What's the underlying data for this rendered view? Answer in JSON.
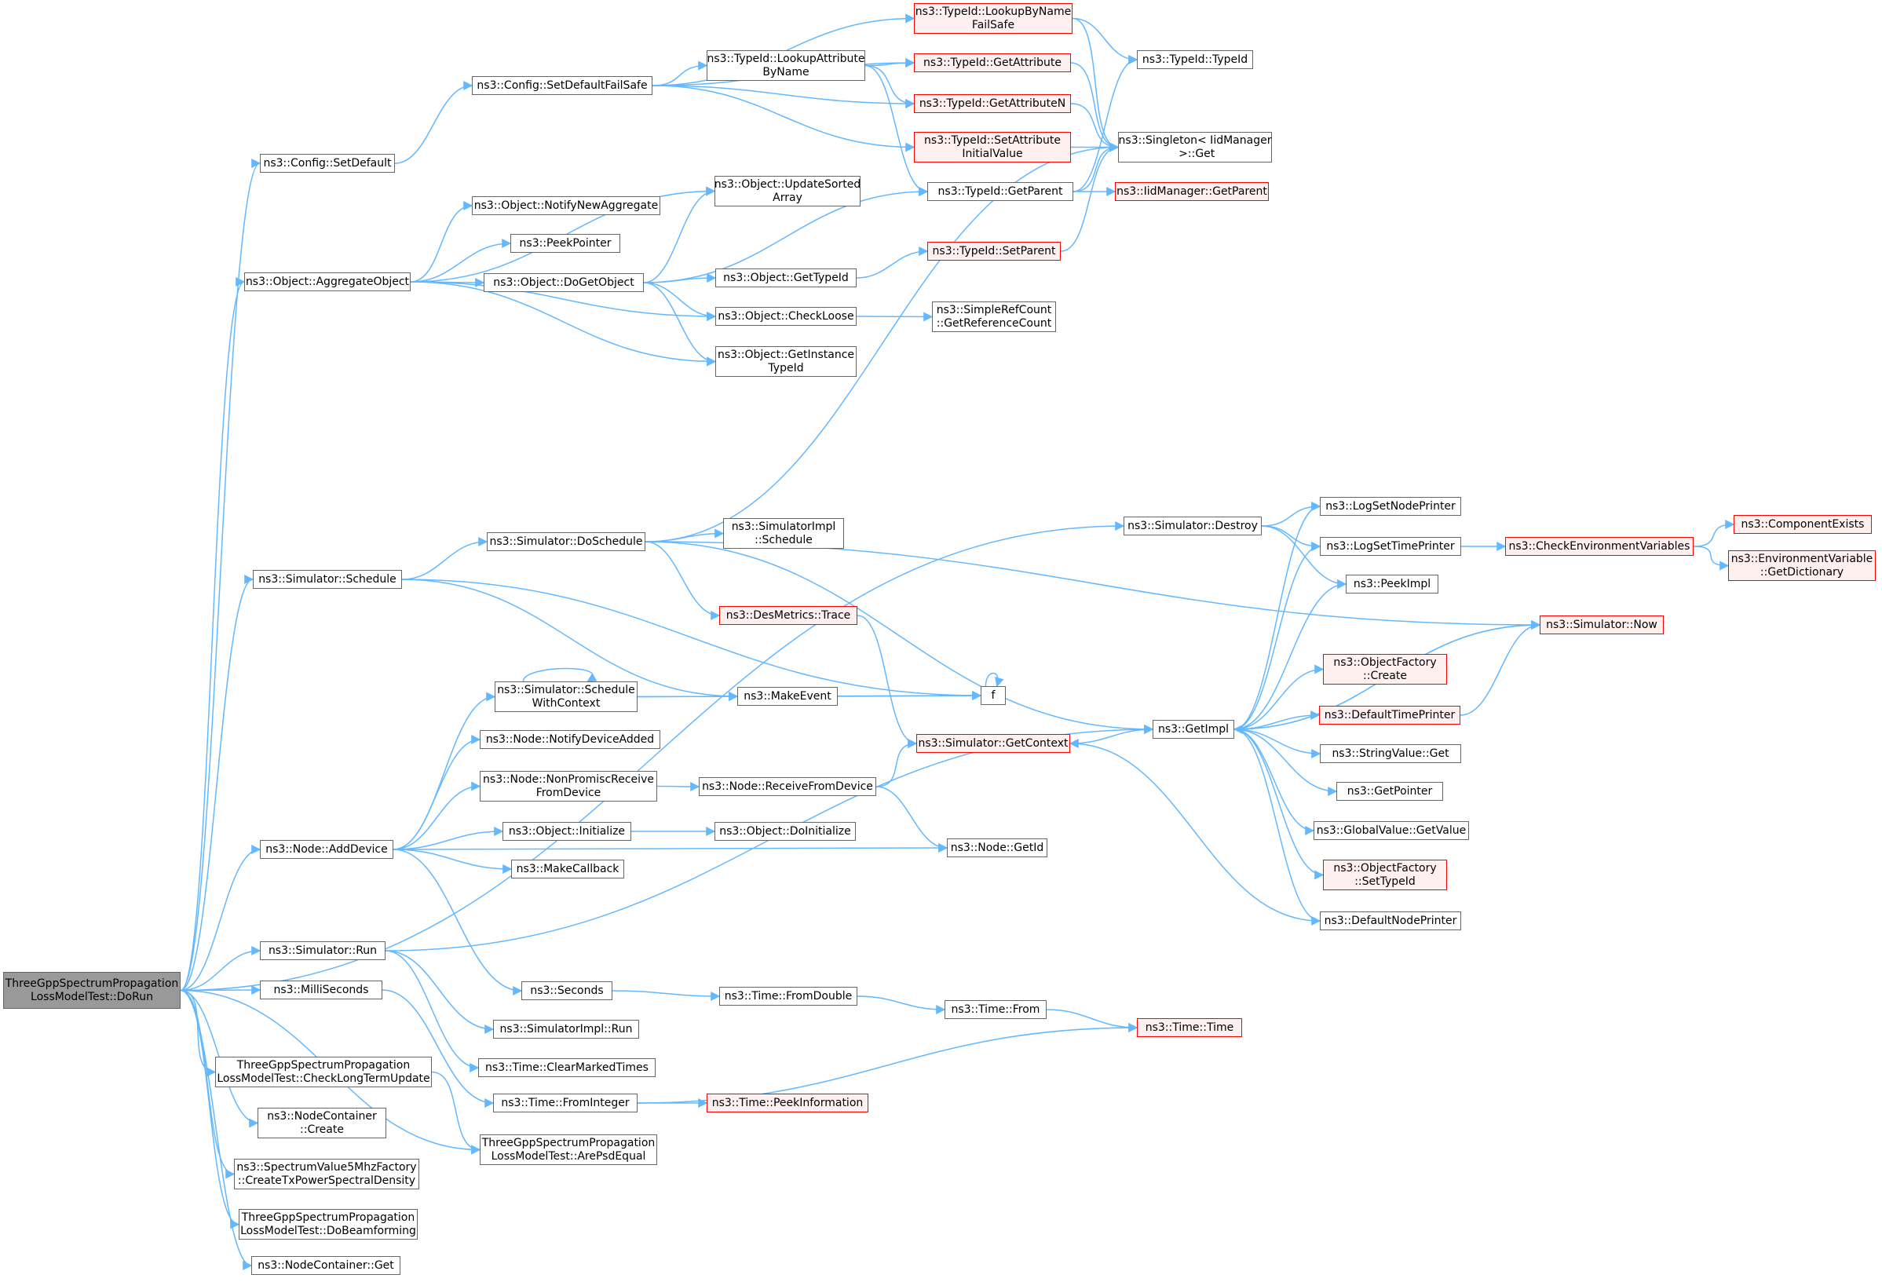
{
  "colors": {
    "edge": "#63b8ff",
    "node_border": "#666666",
    "node_fill": "#ffffff",
    "red_border": "#ff0000",
    "red_fill": "#fff0f0",
    "root_fill": "#999999"
  },
  "nodes": [
    {
      "id": "root",
      "label": "ThreeGppSpectrumPropagation\nLossModelTest::DoRun",
      "style": "root"
    },
    {
      "id": "setdefault",
      "label": "ns3::Config::SetDefault",
      "style": "normal"
    },
    {
      "id": "setdefaultfs",
      "label": "ns3::Config::SetDefaultFailSafe",
      "style": "normal"
    },
    {
      "id": "lookupattr",
      "label": "ns3::TypeId::LookupAttribute\nByName",
      "style": "normal"
    },
    {
      "id": "lookupbyname",
      "label": "ns3::TypeId::LookupByName\nFailSafe",
      "style": "red"
    },
    {
      "id": "getattribute",
      "label": "ns3::TypeId::GetAttribute",
      "style": "red"
    },
    {
      "id": "getattributen",
      "label": "ns3::TypeId::GetAttributeN",
      "style": "red"
    },
    {
      "id": "setattrinit",
      "label": "ns3::TypeId::SetAttribute\nInitialValue",
      "style": "red"
    },
    {
      "id": "typeid",
      "label": "ns3::TypeId::TypeId",
      "style": "normal"
    },
    {
      "id": "singleton",
      "label": "ns3::Singleton< IidManager\n >::Get",
      "style": "normal"
    },
    {
      "id": "getparent",
      "label": "ns3::TypeId::GetParent",
      "style": "normal"
    },
    {
      "id": "iidgetparent",
      "label": "ns3::IidManager::GetParent",
      "style": "red"
    },
    {
      "id": "setparent",
      "label": "ns3::TypeId::SetParent",
      "style": "red"
    },
    {
      "id": "aggregate",
      "label": "ns3::Object::AggregateObject",
      "style": "normal"
    },
    {
      "id": "notifynewagg",
      "label": "ns3::Object::NotifyNewAggregate",
      "style": "normal"
    },
    {
      "id": "peekpointer",
      "label": "ns3::PeekPointer",
      "style": "normal"
    },
    {
      "id": "updatesorted",
      "label": "ns3::Object::UpdateSorted\nArray",
      "style": "normal"
    },
    {
      "id": "dogetobject",
      "label": "ns3::Object::DoGetObject",
      "style": "normal"
    },
    {
      "id": "gettypeid",
      "label": "ns3::Object::GetTypeId",
      "style": "normal"
    },
    {
      "id": "checkloose",
      "label": "ns3::Object::CheckLoose",
      "style": "normal"
    },
    {
      "id": "getrefcount",
      "label": "ns3::SimpleRefCount\n::GetReferenceCount",
      "style": "normal"
    },
    {
      "id": "getinstancetypeid",
      "label": "ns3::Object::GetInstance\nTypeId",
      "style": "normal"
    },
    {
      "id": "destroy",
      "label": "ns3::Simulator::Destroy",
      "style": "normal"
    },
    {
      "id": "doschedule",
      "label": "ns3::Simulator::DoSchedule",
      "style": "normal"
    },
    {
      "id": "simimplschedule",
      "label": "ns3::SimulatorImpl\n::Schedule",
      "style": "normal"
    },
    {
      "id": "desmetrics",
      "label": "ns3::DesMetrics::Trace",
      "style": "red"
    },
    {
      "id": "schedule",
      "label": "ns3::Simulator::Schedule",
      "style": "normal"
    },
    {
      "id": "schedulectx",
      "label": "ns3::Simulator::Schedule\nWithContext",
      "style": "normal"
    },
    {
      "id": "makeevent",
      "label": "ns3::MakeEvent",
      "style": "normal"
    },
    {
      "id": "f",
      "label": "f",
      "style": "normal"
    },
    {
      "id": "notifydev",
      "label": "ns3::Node::NotifyDeviceAdded",
      "style": "normal"
    },
    {
      "id": "nonpromisc",
      "label": "ns3::Node::NonPromiscReceive\nFromDevice",
      "style": "normal"
    },
    {
      "id": "receivefrom",
      "label": "ns3::Node::ReceiveFromDevice",
      "style": "normal"
    },
    {
      "id": "getcontext",
      "label": "ns3::Simulator::GetContext",
      "style": "red"
    },
    {
      "id": "initialize",
      "label": "ns3::Object::Initialize",
      "style": "normal"
    },
    {
      "id": "doinitialize",
      "label": "ns3::Object::DoInitialize",
      "style": "normal"
    },
    {
      "id": "addevice",
      "label": "ns3::Node::AddDevice",
      "style": "normal"
    },
    {
      "id": "makecallback",
      "label": "ns3::MakeCallback",
      "style": "normal"
    },
    {
      "id": "nodegetid",
      "label": "ns3::Node::GetId",
      "style": "normal"
    },
    {
      "id": "getimpl",
      "label": "ns3::GetImpl",
      "style": "normal"
    },
    {
      "id": "logsetnode",
      "label": "ns3::LogSetNodePrinter",
      "style": "normal"
    },
    {
      "id": "logsettime",
      "label": "ns3::LogSetTimePrinter",
      "style": "normal"
    },
    {
      "id": "checkenv",
      "label": "ns3::CheckEnvironmentVariables",
      "style": "red"
    },
    {
      "id": "compexists",
      "label": "ns3::ComponentExists",
      "style": "red"
    },
    {
      "id": "envvar",
      "label": "ns3::EnvironmentVariable\n::GetDictionary",
      "style": "red"
    },
    {
      "id": "peekimpl",
      "label": "ns3::PeekImpl",
      "style": "normal"
    },
    {
      "id": "simnow",
      "label": "ns3::Simulator::Now",
      "style": "red"
    },
    {
      "id": "objfactcreate",
      "label": "ns3::ObjectFactory\n::Create",
      "style": "red"
    },
    {
      "id": "deftimeprinter",
      "label": "ns3::DefaultTimePrinter",
      "style": "red"
    },
    {
      "id": "stringvalue",
      "label": "ns3::StringValue::Get",
      "style": "normal"
    },
    {
      "id": "getpointer",
      "label": "ns3::GetPointer",
      "style": "normal"
    },
    {
      "id": "globalvalue",
      "label": "ns3::GlobalValue::GetValue",
      "style": "normal"
    },
    {
      "id": "objfactsettype",
      "label": "ns3::ObjectFactory\n::SetTypeId",
      "style": "red"
    },
    {
      "id": "defnodeprinter",
      "label": "ns3::DefaultNodePrinter",
      "style": "normal"
    },
    {
      "id": "simrun",
      "label": "ns3::Simulator::Run",
      "style": "normal"
    },
    {
      "id": "seconds",
      "label": "ns3::Seconds",
      "style": "normal"
    },
    {
      "id": "fromdouble",
      "label": "ns3::Time::FromDouble",
      "style": "normal"
    },
    {
      "id": "timefrom",
      "label": "ns3::Time::From",
      "style": "normal"
    },
    {
      "id": "timetime",
      "label": "ns3::Time::Time",
      "style": "red"
    },
    {
      "id": "milliseconds",
      "label": "ns3::MilliSeconds",
      "style": "normal"
    },
    {
      "id": "simimplrun",
      "label": "ns3::SimulatorImpl::Run",
      "style": "normal"
    },
    {
      "id": "clearmarked",
      "label": "ns3::Time::ClearMarkedTimes",
      "style": "normal"
    },
    {
      "id": "checklongterm",
      "label": "ThreeGppSpectrumPropagation\nLossModelTest::CheckLongTermUpdate",
      "style": "normal"
    },
    {
      "id": "frominteger",
      "label": "ns3::Time::FromInteger",
      "style": "normal"
    },
    {
      "id": "peekinfo",
      "label": "ns3::Time::PeekInformation",
      "style": "red"
    },
    {
      "id": "nccreate",
      "label": "ns3::NodeContainer\n::Create",
      "style": "normal"
    },
    {
      "id": "arepsdequal",
      "label": "ThreeGppSpectrumPropagation\nLossModelTest::ArePsdEqual",
      "style": "normal"
    },
    {
      "id": "createtxpsd",
      "label": "ns3::SpectrumValue5MhzFactory\n::CreateTxPowerSpectralDensity",
      "style": "normal"
    },
    {
      "id": "dobeamforming",
      "label": "ThreeGppSpectrumPropagation\nLossModelTest::DoBeamforming",
      "style": "normal"
    },
    {
      "id": "ncget",
      "label": "ns3::NodeContainer::Get",
      "style": "normal"
    }
  ],
  "edges": [
    [
      "root",
      "setdefault"
    ],
    [
      "root",
      "aggregate"
    ],
    [
      "root",
      "destroy"
    ],
    [
      "root",
      "schedule"
    ],
    [
      "root",
      "addevice"
    ],
    [
      "root",
      "simrun"
    ],
    [
      "root",
      "milliseconds"
    ],
    [
      "root",
      "checklongterm"
    ],
    [
      "root",
      "arepsdequal"
    ],
    [
      "root",
      "nccreate"
    ],
    [
      "root",
      "createtxpsd"
    ],
    [
      "root",
      "dobeamforming"
    ],
    [
      "root",
      "ncget"
    ],
    [
      "setdefault",
      "setdefaultfs"
    ],
    [
      "setdefaultfs",
      "lookupbyname"
    ],
    [
      "setdefaultfs",
      "getattribute"
    ],
    [
      "setdefaultfs",
      "lookupattr"
    ],
    [
      "setdefaultfs",
      "getattributen"
    ],
    [
      "setdefaultfs",
      "setattrinit"
    ],
    [
      "lookupattr",
      "getattribute"
    ],
    [
      "lookupattr",
      "getattributen"
    ],
    [
      "lookupattr",
      "getparent"
    ],
    [
      "lookupbyname",
      "typeid"
    ],
    [
      "lookupbyname",
      "singleton"
    ],
    [
      "getattribute",
      "singleton"
    ],
    [
      "getattributen",
      "singleton"
    ],
    [
      "setattrinit",
      "singleton"
    ],
    [
      "getparent",
      "typeid"
    ],
    [
      "getparent",
      "singleton"
    ],
    [
      "getparent",
      "iidgetparent"
    ],
    [
      "setparent",
      "singleton"
    ],
    [
      "aggregate",
      "updatesorted"
    ],
    [
      "aggregate",
      "notifynewagg"
    ],
    [
      "aggregate",
      "peekpointer"
    ],
    [
      "aggregate",
      "dogetobject"
    ],
    [
      "aggregate",
      "checkloose"
    ],
    [
      "aggregate",
      "getinstancetypeid"
    ],
    [
      "dogetobject",
      "updatesorted"
    ],
    [
      "dogetobject",
      "getparent"
    ],
    [
      "dogetobject",
      "gettypeid"
    ],
    [
      "dogetobject",
      "checkloose"
    ],
    [
      "dogetobject",
      "getinstancetypeid"
    ],
    [
      "gettypeid",
      "setparent"
    ],
    [
      "checkloose",
      "getrefcount"
    ],
    [
      "destroy",
      "logsetnode"
    ],
    [
      "destroy",
      "logsettime"
    ],
    [
      "destroy",
      "peekimpl"
    ],
    [
      "schedule",
      "doschedule"
    ],
    [
      "schedule",
      "makeevent"
    ],
    [
      "schedule",
      "f"
    ],
    [
      "doschedule",
      "singleton"
    ],
    [
      "doschedule",
      "simimplschedule"
    ],
    [
      "doschedule",
      "simnow"
    ],
    [
      "doschedule",
      "getimpl"
    ],
    [
      "doschedule",
      "desmetrics"
    ],
    [
      "desmetrics",
      "getcontext"
    ],
    [
      "schedulectx",
      "schedulectx"
    ],
    [
      "schedulectx",
      "makeevent"
    ],
    [
      "schedulectx",
      "f"
    ],
    [
      "makeevent",
      "f"
    ],
    [
      "f",
      "f"
    ],
    [
      "addevice",
      "schedulectx"
    ],
    [
      "addevice",
      "notifydev"
    ],
    [
      "addevice",
      "nonpromisc"
    ],
    [
      "addevice",
      "initialize"
    ],
    [
      "addevice",
      "makecallback"
    ],
    [
      "addevice",
      "nodegetid"
    ],
    [
      "addevice",
      "seconds"
    ],
    [
      "nonpromisc",
      "receivefrom"
    ],
    [
      "receivefrom",
      "getcontext"
    ],
    [
      "receivefrom",
      "nodegetid"
    ],
    [
      "initialize",
      "doinitialize"
    ],
    [
      "getcontext",
      "getimpl"
    ],
    [
      "getimpl",
      "logsetnode"
    ],
    [
      "getimpl",
      "logsettime"
    ],
    [
      "getimpl",
      "peekimpl"
    ],
    [
      "getimpl",
      "simnow"
    ],
    [
      "getimpl",
      "objfactcreate"
    ],
    [
      "getimpl",
      "deftimeprinter"
    ],
    [
      "getimpl",
      "stringvalue"
    ],
    [
      "getimpl",
      "getpointer"
    ],
    [
      "getimpl",
      "globalvalue"
    ],
    [
      "getimpl",
      "objfactsettype"
    ],
    [
      "getimpl",
      "defnodeprinter"
    ],
    [
      "logsettime",
      "checkenv"
    ],
    [
      "checkenv",
      "compexists"
    ],
    [
      "checkenv",
      "envvar"
    ],
    [
      "simnow",
      "getimpl"
    ],
    [
      "deftimeprinter",
      "simnow"
    ],
    [
      "defnodeprinter",
      "getcontext"
    ],
    [
      "simrun",
      "getimpl"
    ],
    [
      "simrun",
      "simimplrun"
    ],
    [
      "simrun",
      "clearmarked"
    ],
    [
      "seconds",
      "fromdouble"
    ],
    [
      "fromdouble",
      "timefrom"
    ],
    [
      "timefrom",
      "timetime"
    ],
    [
      "milliseconds",
      "frominteger"
    ],
    [
      "frominteger",
      "timetime"
    ],
    [
      "frominteger",
      "peekinfo"
    ],
    [
      "checklongterm",
      "arepsdequal"
    ]
  ]
}
